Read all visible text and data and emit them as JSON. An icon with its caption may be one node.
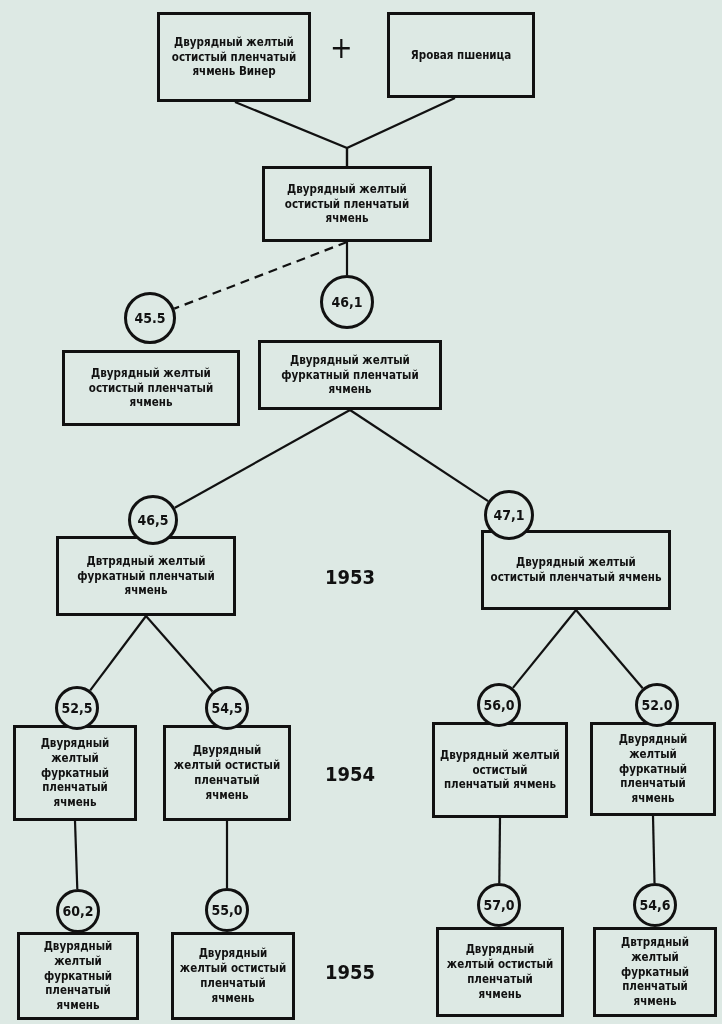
{
  "diagram": {
    "nodes": [
      {
        "text": [
          "Двурядный желтый остистый пленчатый ячмень Винер"
        ]
      },
      {
        "text": [
          "Яровая пшеница"
        ]
      },
      {
        "text": [
          "Двурядный желтый остистый пленчатый ячмень"
        ]
      },
      {
        "text": [
          "45.5"
        ]
      },
      {
        "text": [
          "Двурядный желтый остистый пленчатый ячмень"
        ]
      },
      {
        "text": [
          "46,1"
        ]
      },
      {
        "text": [
          "Двурядный желтый фуркатный пленчатый ячмень"
        ]
      },
      {
        "text": [
          "46,5"
        ]
      },
      {
        "text": [
          "Двтрядный желтый фуркатный пленчатый ячмень"
        ]
      },
      {
        "text": [
          "47,1"
        ]
      },
      {
        "text": [
          "Двурядный желтый остистый пленчатый ячмень"
        ]
      },
      {
        "text": [
          "52,5"
        ]
      },
      {
        "text": [
          "Двурядный желтый фуркатный пленчатый ячмень"
        ]
      },
      {
        "text": [
          "54,5"
        ]
      },
      {
        "text": [
          "Двурядный желтый остистый пленчатый ячмень"
        ]
      },
      {
        "text": [
          "56,0"
        ]
      },
      {
        "text": [
          "Двурядный желтый остистый пленчатый ячмень"
        ]
      },
      {
        "text": [
          "52.0"
        ]
      },
      {
        "text": [
          "Двурядный желтый фуркатный пленчатый ячмень"
        ]
      },
      {
        "text": [
          "60,2"
        ]
      },
      {
        "text": [
          "Двурядный желтый фуркатный пленчатый ячмень"
        ]
      },
      {
        "text": [
          "55,0"
        ]
      },
      {
        "text": [
          "Двурядный желтый остистый пленчатый ячмень"
        ]
      },
      {
        "text": [
          "57,0"
        ]
      },
      {
        "text": [
          "Двурядный желтый остистый пленчатый ячмень"
        ]
      },
      {
        "text": [
          "54,6"
        ]
      },
      {
        "text": [
          "Двтрядный желтый фуркатный пленчатый ячмень"
        ]
      }
    ],
    "edges": [
      {
        "from": 0,
        "to": 2,
        "arrow": "none"
      },
      {
        "from": 1,
        "to": 2,
        "arrow": "none"
      },
      {
        "from": 2,
        "to": 3,
        "arrow": "none",
        "style": "dashed"
      },
      {
        "from": 2,
        "to": 5,
        "arrow": "none"
      },
      {
        "from": 6,
        "to": 7,
        "arrow": "none"
      },
      {
        "from": 6,
        "to": 9,
        "arrow": "none"
      },
      {
        "from": 8,
        "to": 11,
        "arrow": "none"
      },
      {
        "from": 8,
        "to": 13,
        "arrow": "none"
      },
      {
        "from": 10,
        "to": 15,
        "arrow": "none"
      },
      {
        "from": 10,
        "to": 17,
        "arrow": "none"
      },
      {
        "from": 12,
        "to": 19,
        "arrow": "none"
      },
      {
        "from": 14,
        "to": 21,
        "arrow": "none"
      },
      {
        "from": 16,
        "to": 23,
        "arrow": "none"
      },
      {
        "from": 18,
        "to": 25,
        "arrow": "none"
      }
    ],
    "labels": [
      "+",
      "1953",
      "1954",
      "1955"
    ]
  }
}
